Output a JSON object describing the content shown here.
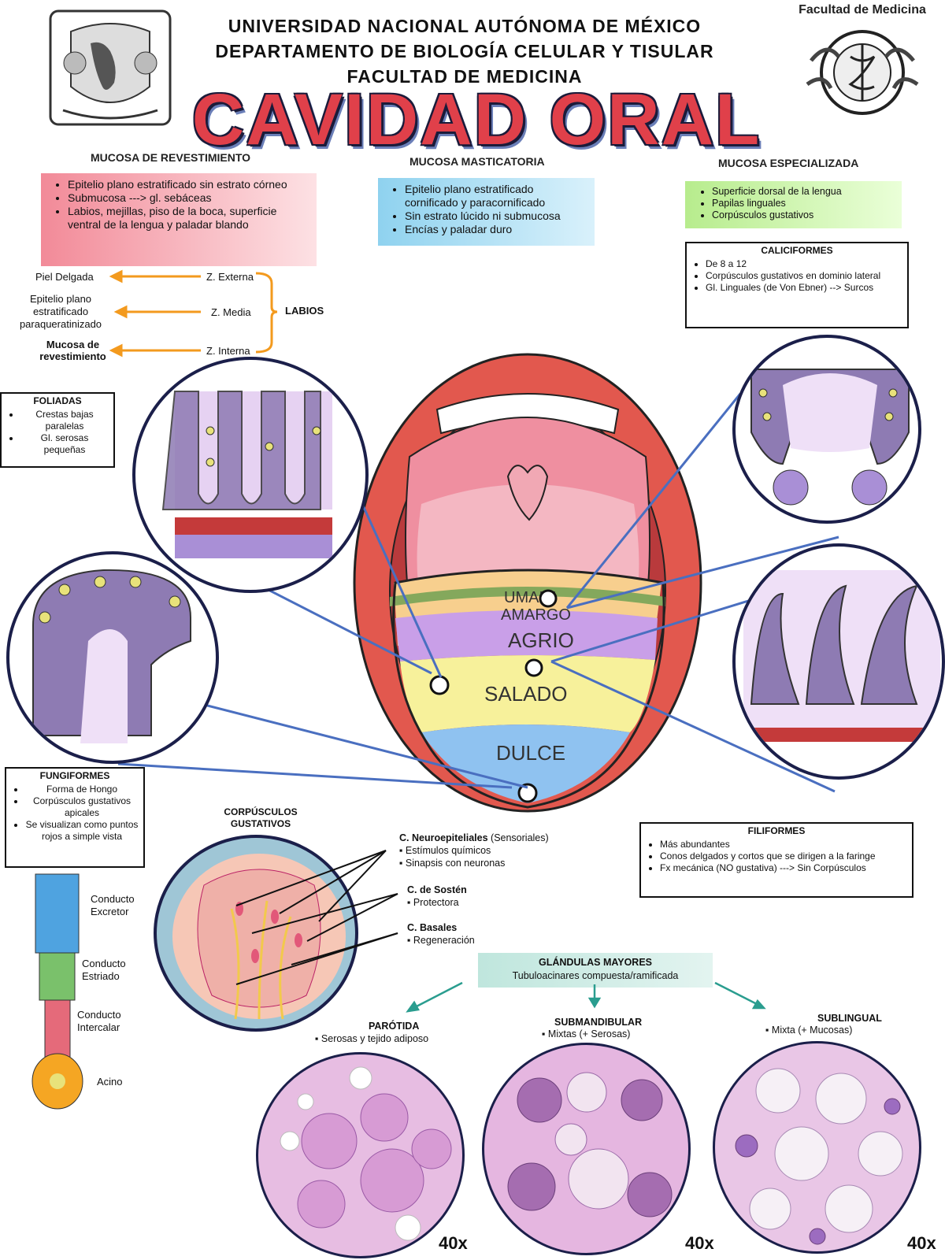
{
  "header": {
    "line1": "UNIVERSIDAD NACIONAL AUTÓNOMA DE MÉXICO",
    "line2": "DEPARTAMENTO DE BIOLOGÍA CELULAR Y TISULAR",
    "line3": "FACULTAD DE MEDICINA",
    "title": "CAVIDAD ORAL",
    "right_logo_caption": "Facultad de Medicina"
  },
  "mucosa_revestimiento": {
    "heading": "MUCOSA DE REVESTIMIENTO",
    "items": [
      "Epitelio plano estratificado sin estrato córneo",
      "Submucosa ---> gl. sebáceas",
      "Labios, mejillas, piso de la boca, superficie ventral de la lengua y paladar blando"
    ]
  },
  "mucosa_masticatoria": {
    "heading": "MUCOSA MASTICATORIA",
    "items": [
      "Epitelio plano estratificado cornificado y paracornificado",
      "Sin estrato lúcido ni submucosa",
      "Encías y paladar duro"
    ]
  },
  "mucosa_especializada": {
    "heading": "MUCOSA ESPECIALIZADA",
    "items": [
      "Superficie dorsal de la lengua",
      "Papilas linguales",
      "Corpúsculos gustativos"
    ]
  },
  "labios": {
    "label": "LABIOS",
    "zones": [
      {
        "zone": "Z. Externa",
        "target": "Piel Delgada"
      },
      {
        "zone": "Z. Media",
        "target": "Epitelio plano estratificado paraqueratinizado"
      },
      {
        "zone": "Z. Interna",
        "target": "Mucosa de revestimiento"
      }
    ]
  },
  "caliciformes": {
    "title": "CALICIFORMES",
    "items": [
      "De 8 a 12",
      "Corpúsculos gustativos en dominio lateral",
      "Gl. Linguales (de Von Ebner) --> Surcos"
    ]
  },
  "foliadas": {
    "title": "FOLIADAS",
    "items": [
      "Crestas bajas paralelas",
      "Gl. serosas pequeñas"
    ]
  },
  "fungiformes": {
    "title": "FUNGIFORMES",
    "items": [
      "Forma de Hongo",
      "Corpúsculos gustativos apicales",
      "Se visualizan como puntos rojos a simple vista"
    ]
  },
  "filiformes": {
    "title": "FILIFORMES",
    "items": [
      "Más abundantes",
      "Conos delgados y cortos que se dirigen a la faringe",
      "Fx mecánica (NO gustativa) ---> Sin Corpúsculos"
    ]
  },
  "tongue": {
    "zones": [
      "UMAMI",
      "AMARGO",
      "AGRIO",
      "SALADO",
      "DULCE"
    ]
  },
  "corpusculos": {
    "title": "CORPÚSCULOS GUSTATIVOS",
    "c1_title": "C. Neuroepiteliales",
    "c1_sub": "(Sensoriales)",
    "c1_items": [
      "Estímulos químicos",
      "Sinapsis con neuronas"
    ],
    "c2_title": "C. de Sostén",
    "c2_items": [
      "Protectora"
    ],
    "c3_title": "C. Basales",
    "c3_items": [
      "Regeneración"
    ]
  },
  "duct": {
    "labels": [
      "Conducto Excretor",
      "Conducto Estriado",
      "Conducto Intercalar",
      "Acino"
    ]
  },
  "glandulas": {
    "title": "GLÁNDULAS MAYORES",
    "subtitle": "Tubuloacinares compuesta/ramificada",
    "parotida": {
      "name": "PARÓTIDA",
      "desc": "Serosas y tejido adiposo",
      "mag": "40x"
    },
    "submandibular": {
      "name": "SUBMANDIBULAR",
      "desc": "Mixtas (+ Serosas)",
      "mag": "40x"
    },
    "sublingual": {
      "name": "SUBLINGUAL",
      "desc": "Mixta (+ Mucosas)",
      "mag": "40x"
    }
  },
  "colors": {
    "title_red": "#e0404a",
    "orange_arrow": "#f39a1e",
    "blue_line": "#4a6fc0",
    "teal_arrow": "#2a9d8f",
    "pink_box": "#f28a98",
    "blue_box": "#8fd2ef",
    "green_box": "#b7ec8d"
  }
}
